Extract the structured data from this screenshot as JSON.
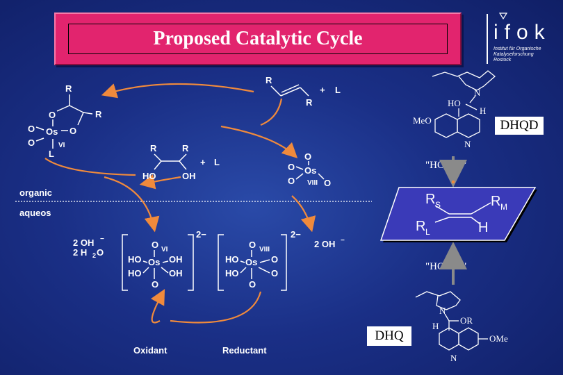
{
  "title": "Proposed Catalytic Cycle",
  "logo": {
    "name": "ifok",
    "line1": "Institut für Organische",
    "line2": "Katalyseforschung",
    "line3": "Rostock"
  },
  "phase": {
    "organic": "organic",
    "aqueous": "aqueos"
  },
  "complex_vi": {
    "r_top": "R",
    "o_left": "O",
    "r_right": "R",
    "o_mid1": "O",
    "os": "Os",
    "o_mid2": "O",
    "o_bottom": "O",
    "ox": "VI",
    "ligand": "L"
  },
  "alkene": {
    "r_top": "R",
    "r_bottom": "R",
    "plus": "+",
    "ligand": "L"
  },
  "diol": {
    "r1": "R",
    "r2": "R",
    "ho": "HO",
    "oh": "OH",
    "plus": "+",
    "ligand": "L"
  },
  "osmium_tetroxide": {
    "o1": "O",
    "o2": "O",
    "o3": "O",
    "o4": "O",
    "os": "Os",
    "ox": "VIII"
  },
  "hydroxide": {
    "left_oh": "2 OH",
    "left_water": "2 H",
    "left_water_o": "O",
    "charge_minus": "−",
    "right_oh": "2 OH"
  },
  "osmate_vi": {
    "o_top": "O",
    "ho1": "HO",
    "oh1": "OH",
    "os": "Os",
    "ho2": "HO",
    "oh2": "OH",
    "o_bottom": "O",
    "ox": "VI",
    "charge": "2−"
  },
  "osmate_viii": {
    "o_top": "O",
    "ho1": "HO",
    "o_right": "O",
    "os": "Os",
    "ho2": "HO",
    "o_right2": "O",
    "o_bottom": "O",
    "ox": "VIII",
    "charge": "2−"
  },
  "redox": {
    "oxidant": "Oxidant",
    "reductant": "Reductant"
  },
  "dhqd": {
    "label": "DHQD",
    "n1": "N",
    "ho": "HO",
    "h": "H",
    "meo": "MeO",
    "n2": "N"
  },
  "dhq": {
    "label": "DHQ",
    "n1": "N",
    "h": "H",
    "or": "OR",
    "ome": "OMe",
    "n2": "N"
  },
  "attack": {
    "top": "\"HO    OH\"",
    "bottom": "\"HO    OH\""
  },
  "plane": {
    "rs": "R",
    "rs_sub": "S",
    "rm": "R",
    "rm_sub": "M",
    "rl": "R",
    "rl_sub": "L",
    "h": "H"
  },
  "colors": {
    "title_bg": "#e2246e",
    "arrow": "#f08a3c",
    "plane": "#3a3ab8",
    "background": "#1a2f86"
  }
}
